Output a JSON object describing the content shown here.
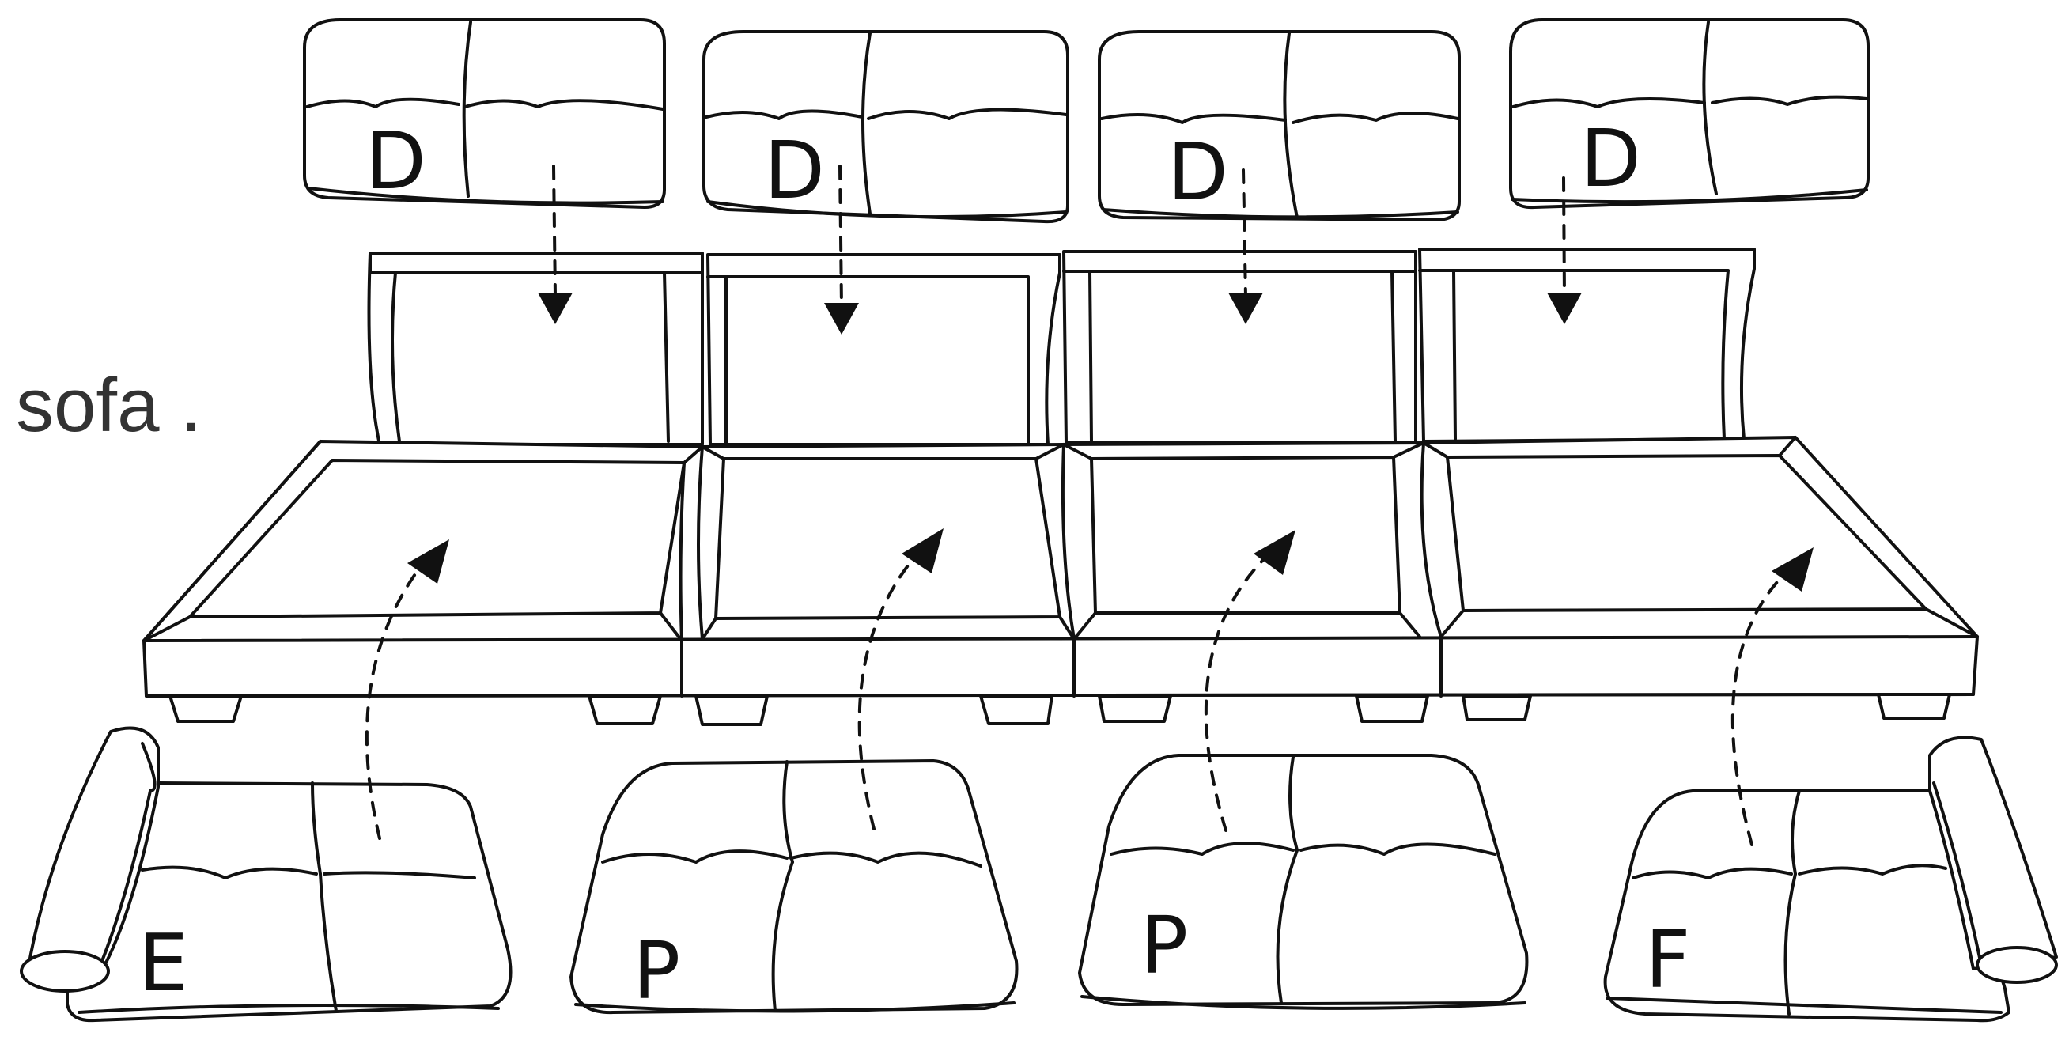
{
  "title": "sofa .",
  "backrest_labels": [
    "D",
    "D",
    "D",
    "D"
  ],
  "seat_labels": [
    "E",
    "P",
    "P",
    "F"
  ],
  "colors": {
    "line": "#111111",
    "title": "#333333",
    "background": "#ffffff"
  }
}
